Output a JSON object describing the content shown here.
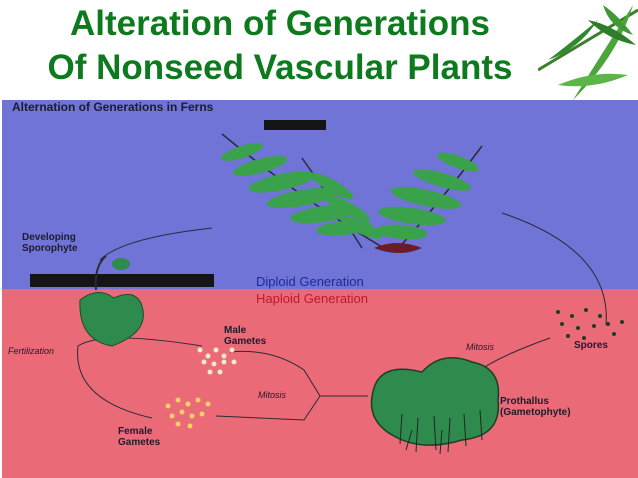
{
  "slide": {
    "title_line1": "Alteration of Generations",
    "title_line2": "Of Nonseed Vascular Plants"
  },
  "diagram": {
    "heading": "Alternation of Generations in Ferns",
    "diploid_label": "Diploid Generation",
    "haploid_label": "Haploid Generation",
    "developing_sporophyte": [
      "Developing",
      "Sporophyte"
    ],
    "male_gametes": [
      "Male",
      "Gametes"
    ],
    "female_gametes": [
      "Female",
      "Gametes"
    ],
    "fertilization": "Fertilization",
    "mitosis_gametes": "Mitosis",
    "mitosis_spores": "Mitosis",
    "spores": "Spores",
    "prothallus": [
      "Prothallus",
      "(Gametophyte)"
    ]
  },
  "colors": {
    "title": "#0d7a1e",
    "diploid_background": "#6f74d6",
    "haploid_background": "#ea6a78",
    "leaf_green": "#2f8a4e",
    "frond_green": "#3aa24a"
  },
  "icons": [
    "fern-plant",
    "bamboo-leaves",
    "developing-sporophyte",
    "prothallus-gametophyte",
    "spore-dots",
    "gamete-dots"
  ]
}
